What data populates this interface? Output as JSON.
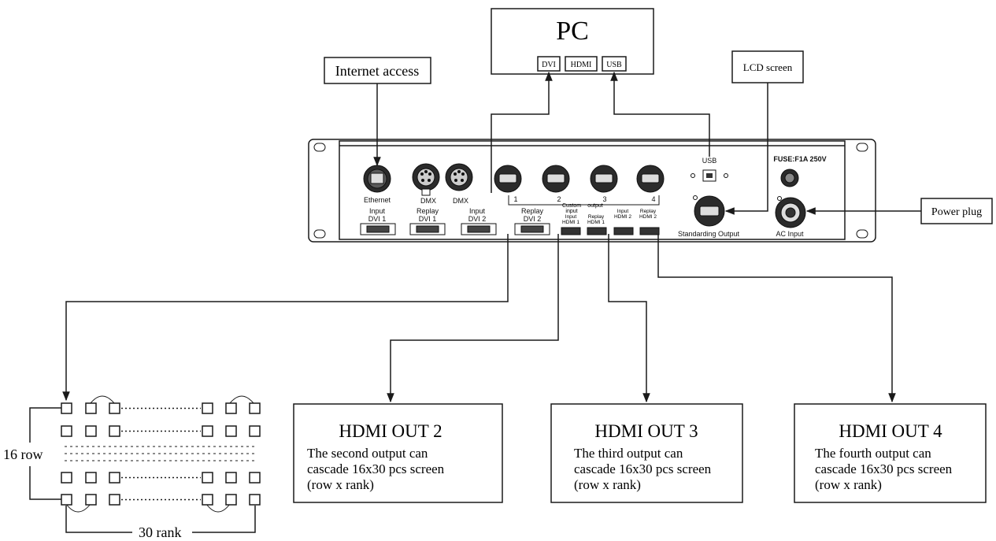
{
  "pc": {
    "title": "PC",
    "ports": [
      "DVI",
      "HDMI",
      "USB"
    ]
  },
  "callouts": {
    "internet": "Internet access",
    "lcd": "LCD screen",
    "power": "Power plug"
  },
  "panel": {
    "ethernet": "Ethernet",
    "dmx1": "DMX",
    "dmx2": "DMX",
    "usb": "USB",
    "fuse": "FUSE:F1A 250V",
    "standard_output": "Standarding Output",
    "ac_input": "AC Input",
    "input_dvi1": [
      "Input",
      "DVI 1"
    ],
    "replay_dvi1": [
      "Replay",
      "DVI 1"
    ],
    "input_dvi2": [
      "Input",
      "DVI 2"
    ],
    "replay_dvi2": [
      "Replay",
      "DVI 2"
    ],
    "out_nums": [
      "1",
      "2",
      "3",
      "4"
    ],
    "custom_input": [
      "Custom",
      "input"
    ],
    "output": "output",
    "hdmi_labels": [
      [
        "Input",
        "HDMI 1"
      ],
      [
        "Replay",
        "HDMI 1"
      ],
      [
        "Input",
        "HDMI 2"
      ],
      [
        "Replay",
        "HDMI 2"
      ]
    ]
  },
  "outputs": [
    {
      "title": "HDMI OUT 2",
      "lines": [
        "The second output can",
        "cascade 16x30 pcs screen",
        "(row x rank)"
      ]
    },
    {
      "title": "HDMI OUT 3",
      "lines": [
        "The third output can",
        "cascade 16x30 pcs screen",
        "(row x rank)"
      ]
    },
    {
      "title": "HDMI OUT 4",
      "lines": [
        "The fourth output can",
        "cascade 16x30 pcs screen",
        "(row x rank)"
      ]
    }
  ],
  "grid": {
    "row_label": "16 row",
    "rank_label": "30 rank"
  }
}
